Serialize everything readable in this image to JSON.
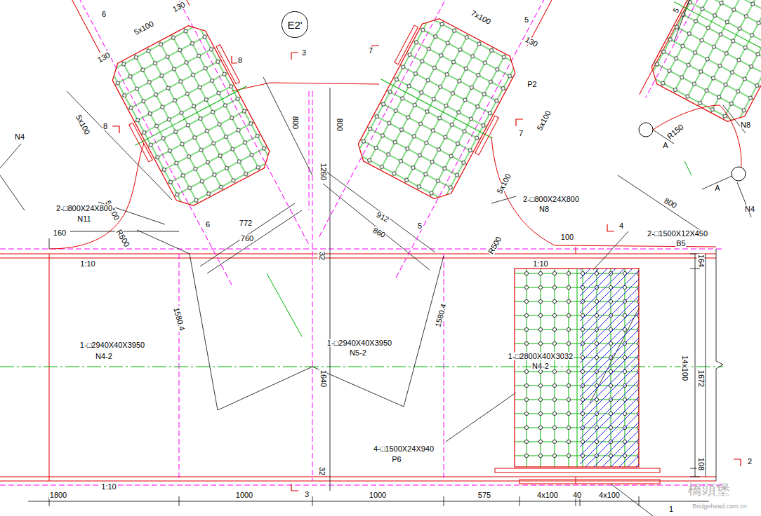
{
  "diagram": {
    "nodes": [
      {
        "text": [
          "E2'"
        ]
      }
    ],
    "labels": [
      "6",
      "5x100",
      "130",
      "130",
      "8",
      "8",
      "5x100",
      "5x100",
      "N4",
      "800",
      "800",
      "1260",
      "6",
      "2-□800X24X800",
      "N11",
      "160",
      "1:10",
      "772",
      "760",
      "912",
      "860",
      "5",
      "2-□800X24X800",
      "N8",
      "5x100",
      "5x100",
      "7x100",
      "5",
      "130",
      "7",
      "7",
      "P2",
      "3",
      "3",
      "5",
      "R150",
      "N8",
      "A",
      "A",
      "N4",
      "800",
      "100",
      "4",
      "2-□1500X12X450",
      "B5",
      "164",
      "1672",
      "14x100",
      "108",
      "2",
      "1-□2940X40X3950",
      "N4-2",
      "1-□2940X40X3950",
      "N5-2",
      "1-□2800X40X3032",
      "N4-2",
      "4-□1500X24X940",
      "P6",
      "1580.4",
      "1580.4",
      "1640",
      "R500",
      "R500",
      "1:10",
      "1:10",
      "1800",
      "1000",
      "1000",
      "575",
      "4x100",
      "40",
      "4x100",
      "32",
      "32",
      "1",
      "橋頭堡",
      "Bridgehead.com.cn"
    ]
  }
}
